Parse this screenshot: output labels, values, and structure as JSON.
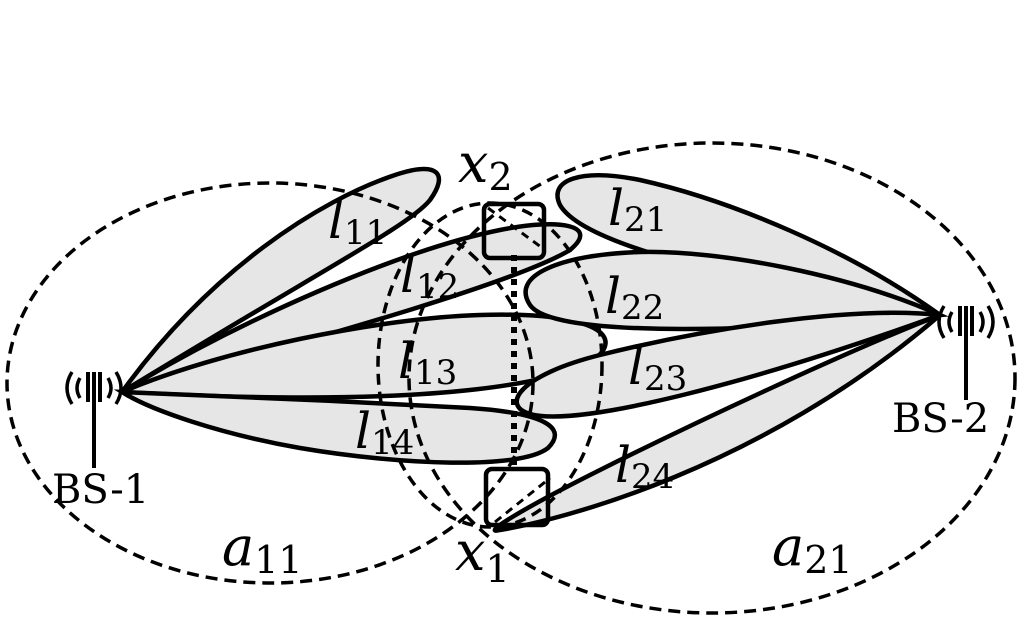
{
  "base_stations": {
    "bs1": {
      "label": "BS-1"
    },
    "bs2": {
      "label": "BS-2"
    }
  },
  "areas": {
    "a11": {
      "main": "a",
      "sub": "11"
    },
    "a21": {
      "main": "a",
      "sub": "21"
    }
  },
  "points": {
    "x1": {
      "main": "x",
      "sub": "1"
    },
    "x2": {
      "main": "x",
      "sub": "2"
    }
  },
  "beams": {
    "l11": {
      "main": "l",
      "sub": "11"
    },
    "l12": {
      "main": "l",
      "sub": "12"
    },
    "l13": {
      "main": "l",
      "sub": "13"
    },
    "l14": {
      "main": "l",
      "sub": "14"
    },
    "l21": {
      "main": "l",
      "sub": "21"
    },
    "l22": {
      "main": "l",
      "sub": "22"
    },
    "l23": {
      "main": "l",
      "sub": "23"
    },
    "l24": {
      "main": "l",
      "sub": "24"
    }
  },
  "colors": {
    "beam_fill": "#e6e6e6",
    "stroke": "#000000",
    "background": "#ffffff"
  }
}
